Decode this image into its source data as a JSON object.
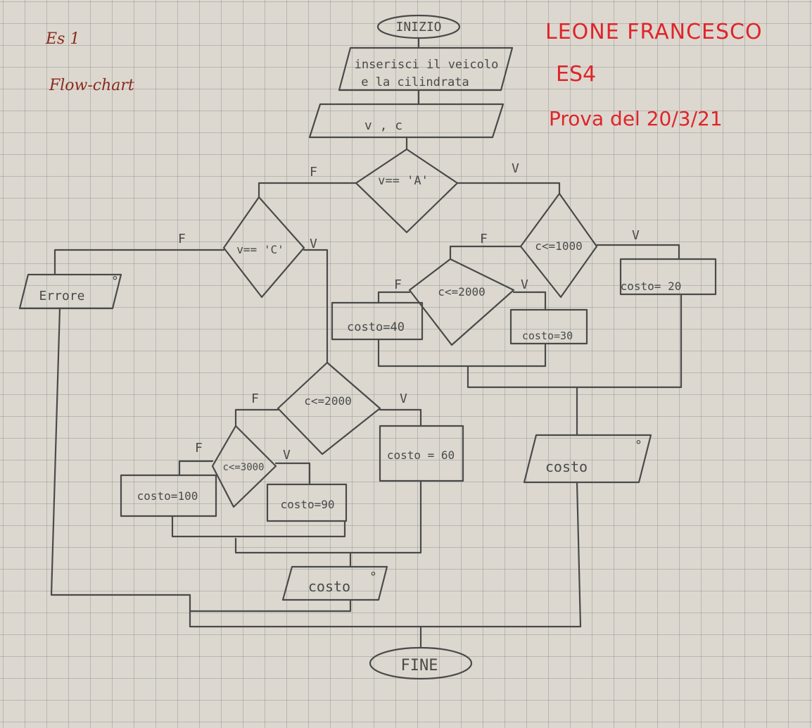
{
  "header_left": {
    "exercise": "Es 1",
    "subtitle": "Flow-chart"
  },
  "header_right": {
    "author": "LEONE FRANCESCO",
    "exercise": "ES4",
    "test": "Prova del 20/3/21"
  },
  "nodes": {
    "start": "INIZIO",
    "input_prompt_line1": "inserisci il veicolo",
    "input_prompt_line2": "e la cilindrata",
    "input_vars": "v , c",
    "dec_v_a": "v== 'A'",
    "dec_v_c": "v== 'C'",
    "dec_c_1000": "c<=1000",
    "dec_c_2000_a": "c<=2000",
    "dec_c_2000_c": "c<=2000",
    "dec_c_3000": "c<=3000",
    "costo_20": "costo= 20",
    "costo_30": "costo=30",
    "costo_40": "costo=40",
    "costo_60": "costo = 60",
    "costo_90": "costo=90",
    "costo_100": "costo=100",
    "output_costo_right": "costo",
    "output_costo_bottom": "costo",
    "output_error": "Errore",
    "end": "FINE",
    "out_marker": "°"
  },
  "branch_labels": {
    "true": "V",
    "false": "F"
  }
}
